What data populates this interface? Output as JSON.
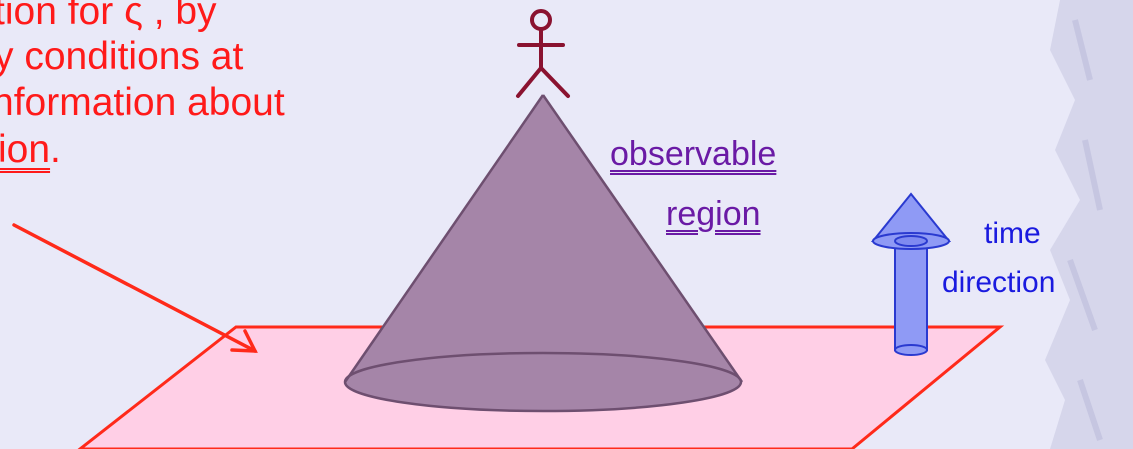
{
  "text": {
    "red_line1": "tion for ς , by",
    "red_line2": "y conditions at",
    "red_line3": "nformation about",
    "red_line4_underlined": "ion",
    "red_line4_end": ".",
    "observable_line1": "observable",
    "observable_line2": "region",
    "time_line1": "time",
    "time_line2": "direction"
  },
  "colors": {
    "background": "#e9e9f8",
    "red_text": "#ff1a1a",
    "plane_fill": "#ffcfe6",
    "cone_fill": "#a585a8",
    "cone_edge": "#6e4f70",
    "observer": "#8a1230",
    "observable_text": "#6a1aa5",
    "time_text": "#1a1adf",
    "time_arrow": "#8f9af5"
  },
  "icons": {
    "observer": "stick-figure-icon",
    "time_arrow": "up-arrow-icon",
    "pointer": "red-arrow-icon"
  }
}
